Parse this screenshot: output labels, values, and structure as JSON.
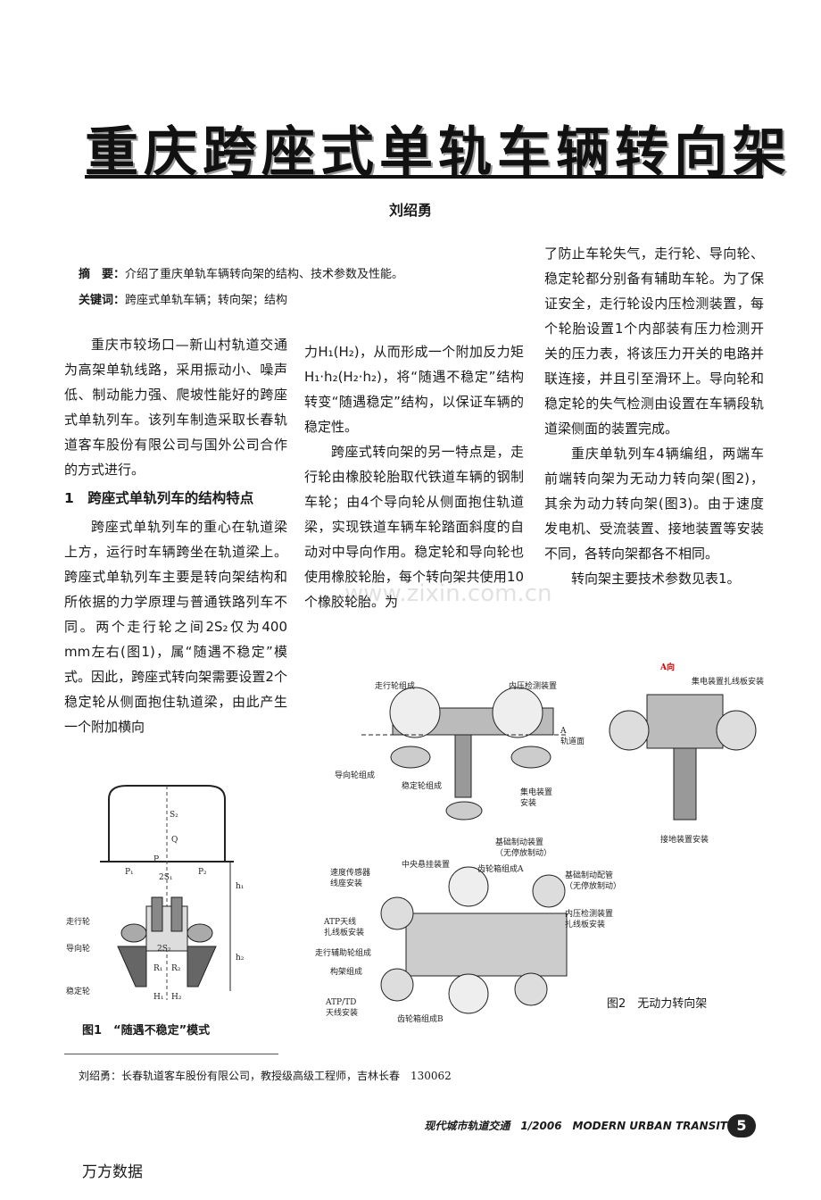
{
  "title": "重庆跨座式单轨车辆转向架",
  "author": "刘绍勇",
  "abstract": {
    "label": "摘　要：",
    "text": "介绍了重庆单轨车辆转向架的结构、技术参数及性能。"
  },
  "keywords": {
    "label": "关键词：",
    "text": "跨座式单轨车辆；转向架；结构"
  },
  "col1": {
    "p1": "重庆市较场口—新山村轨道交通为高架单轨线路，采用振动小、噪声低、制动能力强、爬坡性能好的跨座式单轨列车。该列车制造采取长春轨道客车股份有限公司与国外公司合作的方式进行。",
    "heading": "1　跨座式单轨列车的结构特点",
    "p2": "跨座式单轨列车的重心在轨道梁上方，运行时车辆跨坐在轨道梁上。跨座式单轨列车主要是转向架结构和所依据的力学原理与普通铁路列车不同。两个走行轮之间2S₂仅为400 mm左右(图1)，属“随遇不稳定”模式。因此，跨座式转向架需要设置2个稳定轮从侧面抱住轨道梁，由此产生一个附加横向"
  },
  "col2": {
    "p1": "力H₁(H₂)，从而形成一个附加反力矩H₁·h₂(H₂·h₂)，将“随遇不稳定”结构转变“随遇稳定”结构，以保证车辆的稳定性。",
    "p2": "跨座式转向架的另一特点是，走行轮由橡胶轮胎取代铁道车辆的钢制车轮；由4个导向轮从侧面抱住轨道梁，实现铁道车辆车轮踏面斜度的自动对中导向作用。稳定轮和导向轮也使用橡胶轮胎，每个转向架共使用10个橡胶轮胎。为"
  },
  "col3": {
    "p1": "了防止车轮失气，走行轮、导向轮、稳定轮都分别备有辅助车轮。为了保证安全，走行轮设内压检测装置，每个轮胎设置1个内部装有压力检测开关的压力表，将该压力开关的电路并联连接，并且引至滑环上。导向轮和稳定轮的失气检测由设置在车辆段轨道梁侧面的装置完成。",
    "p2": "重庆单轨列车4辆编组，两端车前端转向架为无动力转向架(图2)，其余为动力转向架(图3)。由于速度发电机、受流装置、接地装置等安装不同，各转向架都各不相同。",
    "p3": "转向架主要技术参数见表1。"
  },
  "fig1": {
    "caption": "图1　“随遇不稳定”模式",
    "labels": {
      "walk": "走行轮",
      "guide": "导向轮",
      "stable": "稳定轮",
      "S2": "S₂",
      "Q": "Q",
      "P": "P",
      "P1": "P₁",
      "P2": "P₂",
      "twoS1": "2S₁",
      "twoS2": "2S₂",
      "h1": "h₁",
      "h2": "h₂",
      "R1": "R₁",
      "R2": "R₂",
      "H1": "H₁",
      "H2": "H₂"
    }
  },
  "fig2": {
    "caption": "图2　无动力转向架",
    "labels": {
      "a_dir": "A向",
      "walk_wheel": "走行轮组成",
      "pressure": "内压检测装置",
      "a_mark": "A",
      "rail_face": "轨道面",
      "guide_wheel": "导向轮组成",
      "stable_wheel": "稳定轮组成",
      "collector": "集电装置",
      "install": "安装",
      "collector_panel": "集电装置扎线板安装",
      "ground": "接地装置安装",
      "brake1": "基础制动装置",
      "brake1b": "（无停放制动）",
      "center": "中央悬挂装置",
      "gearA": "齿轮箱组成A",
      "speed": "速度传感器",
      "speed_b": "线座安装",
      "brake_pipe": "基础制动配管",
      "brake_pipe_b": "（无停放制动）",
      "atp": "ATP天线",
      "atp_b": "扎线板安装",
      "pressure_panel": "内压检测装置",
      "pressure_panel_b": "扎线板安装",
      "aux_walk": "走行辅助轮组成",
      "frame": "构架组成",
      "atp_td": "ATP/TD",
      "atp_td_b": "天线安装",
      "gearB": "齿轮箱组成B"
    }
  },
  "footnote": "刘绍勇：长春轨道客车股份有限公司，教授级高级工程师，吉林长春　130062",
  "journal": "现代城市轨道交通　1/2006　MODERN URBAN TRANSIT",
  "page_number": "5",
  "source": "万方数据",
  "watermark": "www.zixin.com.cn"
}
